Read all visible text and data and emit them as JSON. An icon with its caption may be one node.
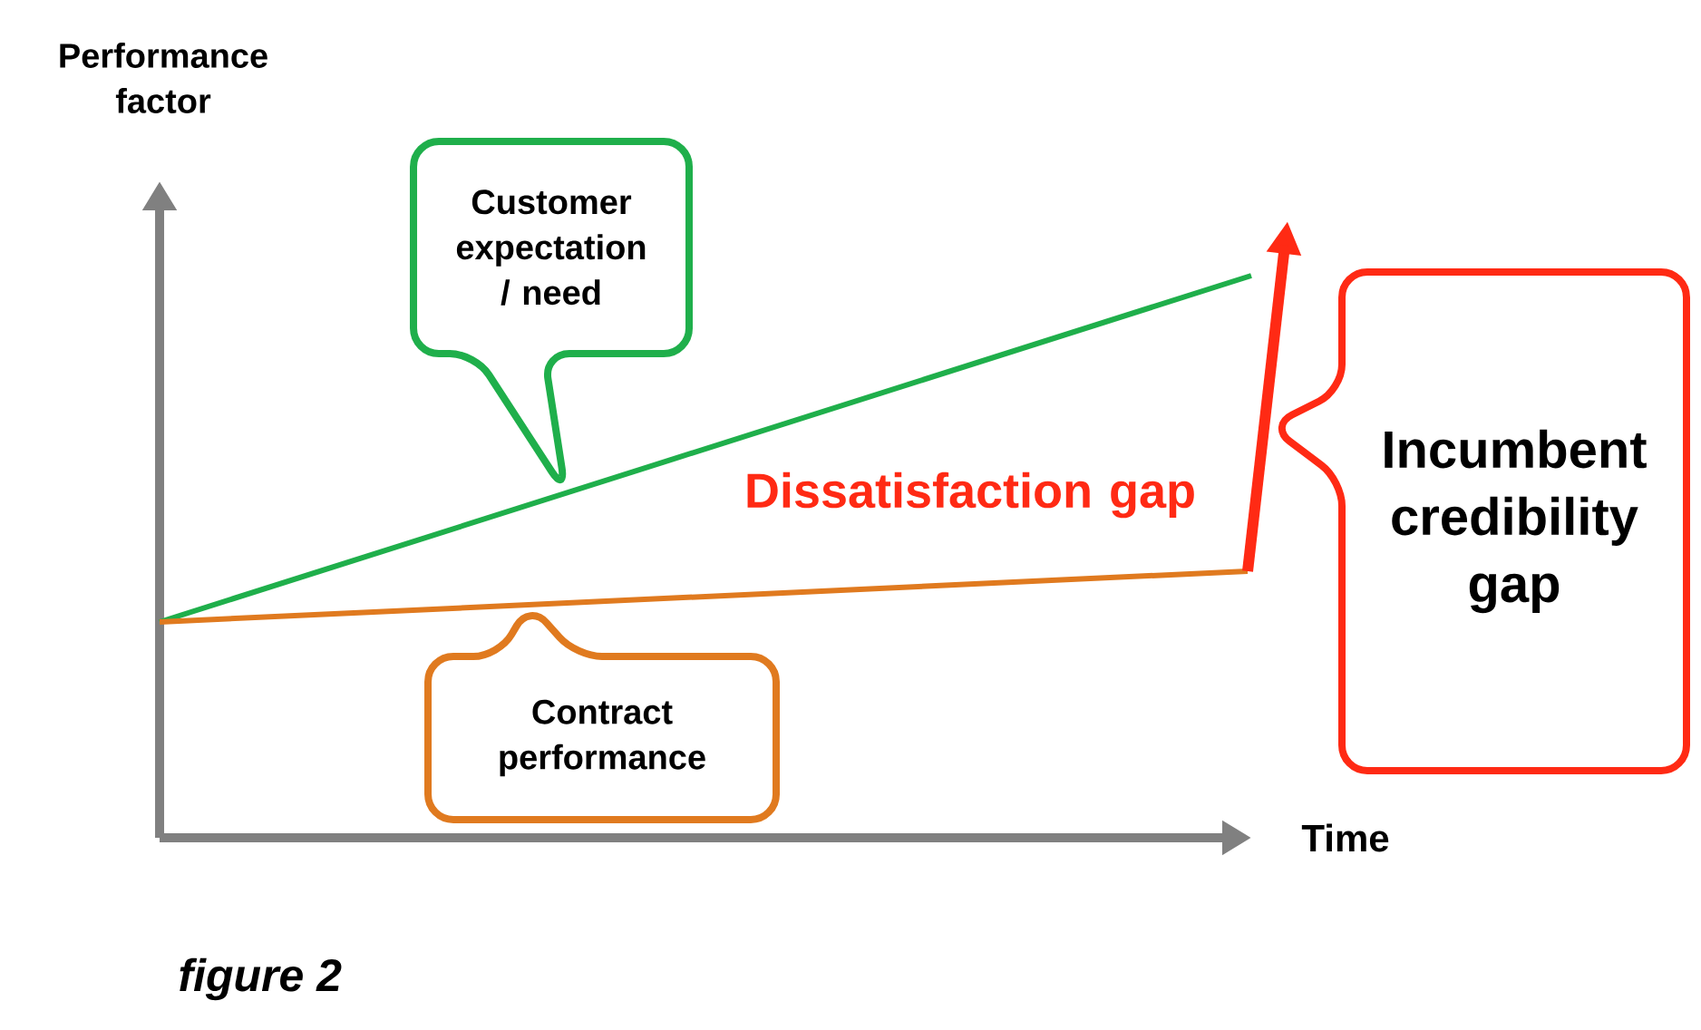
{
  "diagram": {
    "caption": "*figure 2*",
    "nodes": [
      {
        "text": [
          "Customer expectation / need"
        ]
      },
      {
        "text": [
          "Contract performance"
        ]
      },
      {
        "text": [
          "Incumbent credibility gap"
        ]
      }
    ],
    "labels": [
      "Performance factor",
      "Dissatisfaction gap",
      "Time"
    ]
  }
}
